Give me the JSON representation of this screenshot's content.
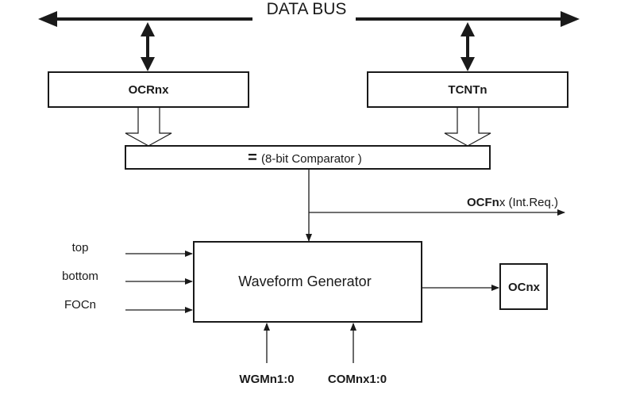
{
  "diagram": {
    "data_bus_label": "DATA BUS",
    "ocr_label": "OCRnx",
    "tcnt_label": "TCNTn",
    "comparator": {
      "symbol": "=",
      "text": "(8-bit Comparator )"
    },
    "ocf": {
      "bold": "OCFn",
      "rest": "x (Int.Req.)"
    },
    "waveform_label": "Waveform Generator",
    "ocnx_label": "OCnx",
    "inputs": [
      "top",
      "bottom",
      "FOCn"
    ],
    "wgm_label": "WGMn1:0",
    "com_label": "COMnx1:0",
    "colors": {
      "line": "#1a1a1a",
      "background": "#ffffff"
    }
  }
}
